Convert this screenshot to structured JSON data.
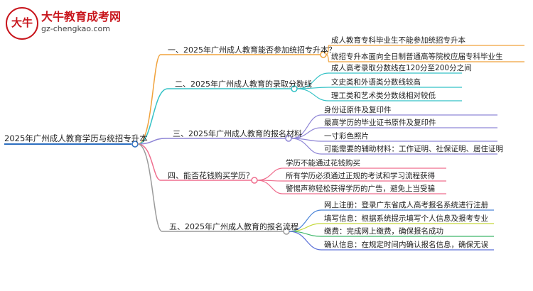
{
  "logo": {
    "badge_text": "大牛",
    "title": "大牛教育成考网",
    "url": "gz-chengkao.com"
  },
  "mindmap": {
    "root": "2025年广州成人教育学历与统招专升本",
    "branches": [
      {
        "label": "一、2025年广州成人教育能否参加统招专升本？",
        "color": "#f0a23c",
        "children": [
          "成人教育专科毕业生不能参加统招专升本",
          "统招专升本面向全日制普通高等院校应届专科毕业生"
        ]
      },
      {
        "label": "二、2025年广州成人教育的录取分数线",
        "color": "#35c2c6",
        "children": [
          "成人高考录取分数线在120分至200分之间",
          "文史类和外语类分数线较高",
          "理工类和艺术类分数线相对较低"
        ]
      },
      {
        "label": "三、2025年广州成人教育的报名材料",
        "color": "#8f86d6",
        "children": [
          "身份证原件及复印件",
          "最高学历的毕业证书原件及复印件",
          "一寸彩色照片",
          "可能需要的辅助材料：工作证明、社保证明、居住证明"
        ]
      },
      {
        "label": "四、能否花钱购买学历？",
        "color": "#ef6e8e",
        "children": [
          "学历不能通过花钱购买",
          "所有学历必须通过正规的考试和学习流程获得",
          "警惕声称轻松获得学历的广告，避免上当受骗"
        ]
      },
      {
        "label": "五、2025年广州成人教育的报名流程",
        "color": "#9a9a9a",
        "children": [
          "网上注册：登录广东省成人高考报名系统进行注册",
          "填写信息：根据系统提示填写个人信息及报考专业",
          "缴费：完成网上缴费，确保报名成功",
          "确认信息：在规定时间内确认报名信息，确保无误"
        ],
        "child_colors": [
          "#4a84d8",
          "#c3d83a",
          "#3fb86a",
          "#5a6fd8"
        ]
      }
    ],
    "root_color": "#2d6fc0"
  }
}
